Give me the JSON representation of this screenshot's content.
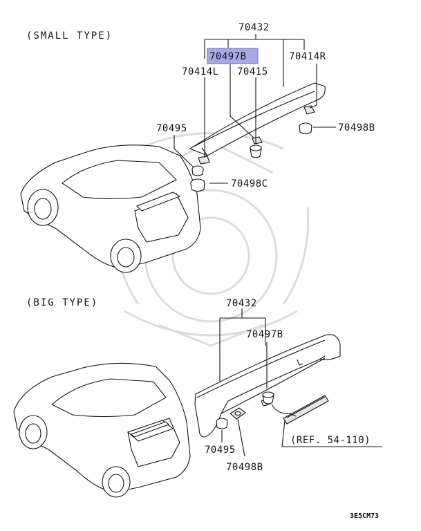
{
  "sections": {
    "small": {
      "title": "(SMALL TYPE)"
    },
    "big": {
      "title": "(BIG TYPE)"
    }
  },
  "labels": {
    "small": {
      "p70432": "70432",
      "p70497B": "70497B",
      "p70414L": "70414L",
      "p70415": "70415",
      "p70414R": "70414R",
      "p70495": "70495",
      "p70498B": "70498B",
      "p70498C": "70498C"
    },
    "big": {
      "p70432": "70432",
      "p70497B": "70497B",
      "p70495": "70495",
      "p70498B": "70498B",
      "ref": "(REF. 54-110)"
    }
  },
  "diagram_code": "3E5CM73",
  "colors": {
    "highlight": "#a9a9e8",
    "highlight_border": "#6a6ab8",
    "line": "#111111",
    "watermark": "#dcdcdc"
  }
}
